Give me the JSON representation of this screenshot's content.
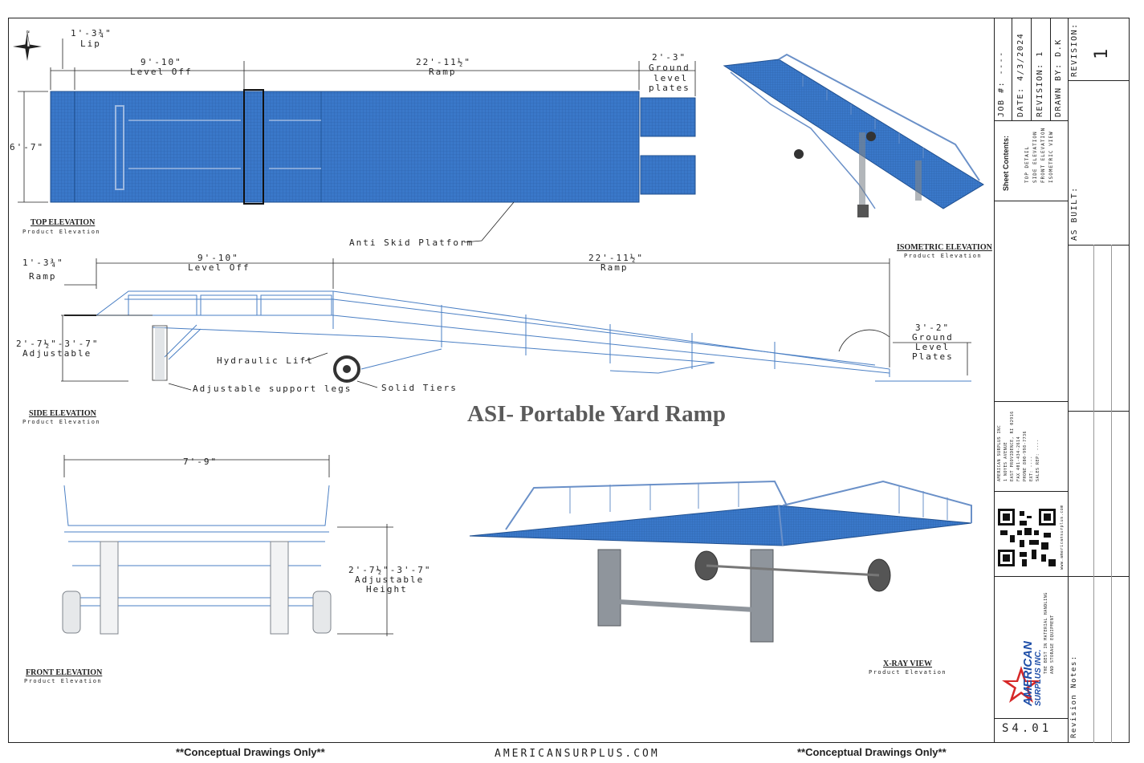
{
  "title": "ASI- Portable Yard Ramp",
  "views": {
    "top": {
      "title": "TOP ELEVATION",
      "sub": "Product Elevation"
    },
    "side": {
      "title": "SIDE ELEVATION",
      "sub": "Product Elevation"
    },
    "front": {
      "title": "FRONT ELEVATION",
      "sub": "Product Elevation"
    },
    "iso": {
      "title": "ISOMETRIC ELEVATION",
      "sub": "Product Elevation"
    },
    "xray": {
      "title": "X-RAY VIEW",
      "sub": "Product Elevation"
    }
  },
  "top_dims": {
    "lip_value": "1'-3¾\"",
    "lip_label": "Lip",
    "level_value": "9'-10\"",
    "level_label": "Level Off",
    "ramp_value": "22'-11½\"",
    "ramp_label": "Ramp",
    "ground_value": "2'-3\"",
    "ground_l1": "Ground",
    "ground_l2": "level",
    "ground_l3": "plates",
    "width": "6'-7\"",
    "platform_callout": "Anti Skid Platform"
  },
  "side_dims": {
    "ramp_lip_value": "1'-3¾\"",
    "ramp_lip_label": "Ramp",
    "level_value": "9'-10\"",
    "level_label": "Level Off",
    "ramp_value": "22'-11½\"",
    "ramp_label": "Ramp",
    "height_value": "2'-7½\"-3'-7\"",
    "height_label": "Adjustable",
    "ground_value": "3'-2\"",
    "ground_l1": "Ground",
    "ground_l2": "Level",
    "ground_l3": "Plates",
    "hydraulic": "Hydraulic Lift",
    "tires": "Solid Tiers",
    "legs": "Adjustable support legs"
  },
  "front_dims": {
    "width": "7'-9\"",
    "height_value": "2'-7½\"-3'-7\"",
    "height_l1": "Adjustable",
    "height_l2": "Height"
  },
  "title_block": {
    "job": "JOB #: ----",
    "date": "DATE: 4/3/2024",
    "revision": "REVISION: 1",
    "drawn_by": "DRAWN BY: D.K",
    "revision_label": "REVISION:",
    "revision_number": "1",
    "as_built": "AS BUILT:",
    "sheet_contents_title": "Sheet Contents:",
    "sheet_contents": [
      "TOP DETAIL",
      "SIDE ELEVATION",
      "FRONT ELEVATION",
      "ISOMETRIC VIEW"
    ],
    "company": [
      "AMERICAN SURPLUS INC",
      "1 NOYES AVENUE",
      "EAST PROVIDENCE, RI 02916",
      "FAX 401-434-2614",
      "PHONE 800-998-7736",
      "EXT: ----",
      "SALES REP: ----"
    ],
    "website_small": "www.americansurplus.com",
    "logo_line1": "AMERICAN",
    "logo_line2": "SURPLUS INC.",
    "logo_tag1": "THE BEST IN MATERIAL HANDLING",
    "logo_tag2": "AND STORAGE EQUIPMENT",
    "revision_notes": "Revision Notes:",
    "sheet_number": "S4.01"
  },
  "footer": {
    "left": "**Conceptual Drawings Only**",
    "center": "AMERICANSURPLUS.COM",
    "right": "**Conceptual Drawings Only**"
  },
  "colors": {
    "ramp_blue": "#3a78c9",
    "line_blue": "#4a7fc4",
    "leg_gray": "#7f858c"
  }
}
